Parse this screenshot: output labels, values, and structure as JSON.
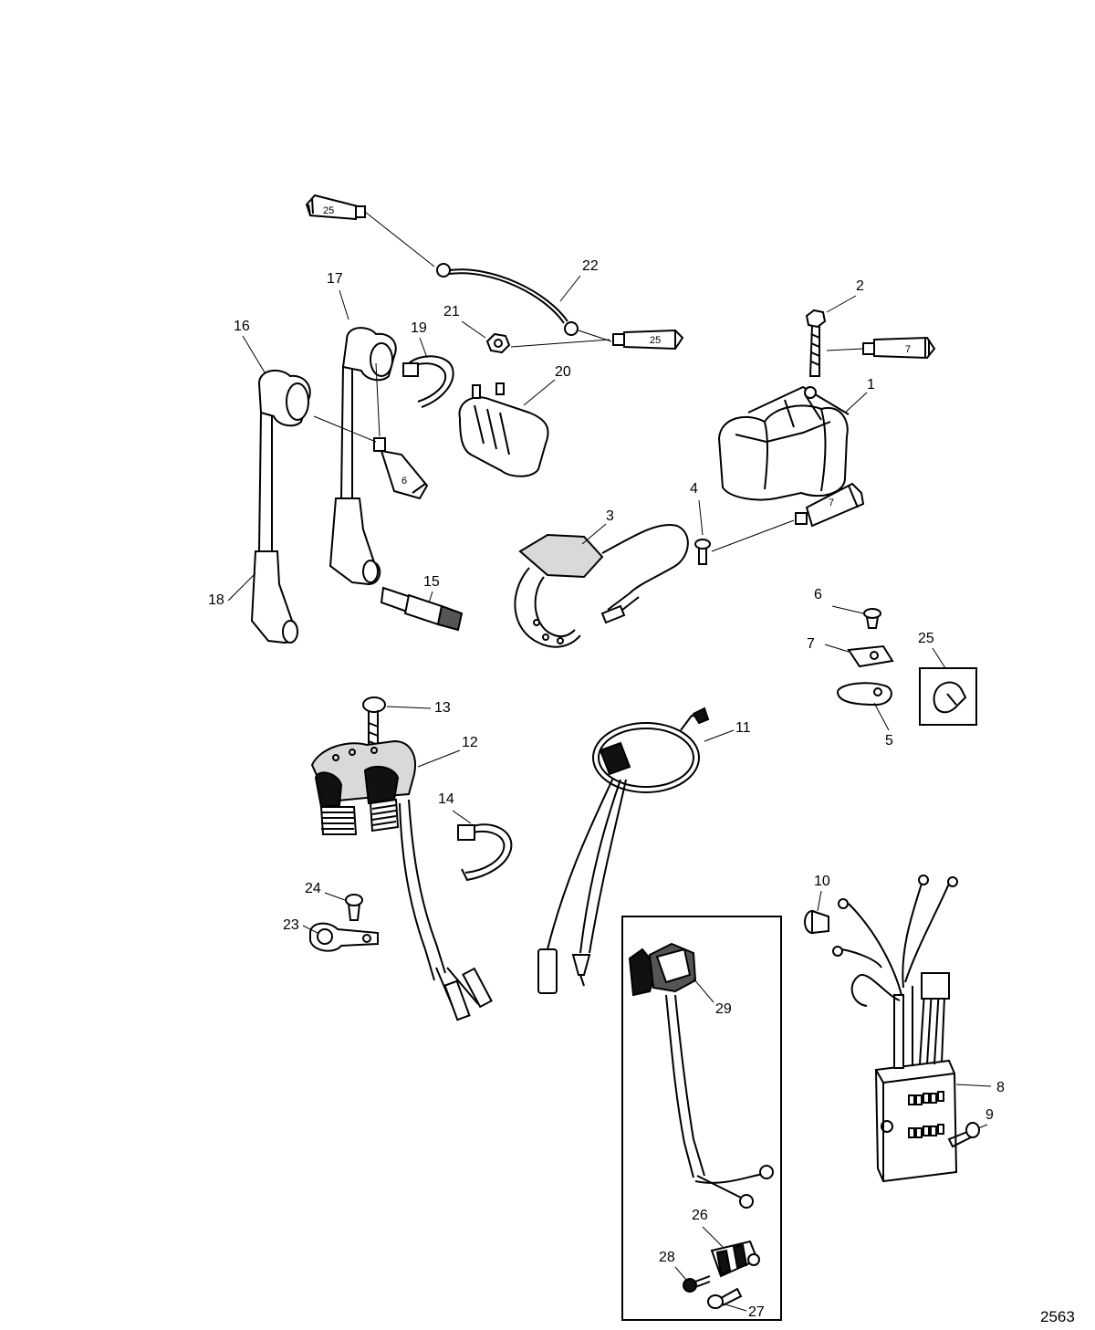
{
  "callouts": {
    "c1": "1",
    "c2": "2",
    "c3": "3",
    "c4": "4",
    "c5": "5",
    "c6": "6",
    "c7": "7",
    "c8": "8",
    "c9": "9",
    "c10": "10",
    "c11": "11",
    "c12": "12",
    "c13": "13",
    "c14": "14",
    "c15": "15",
    "c16": "16",
    "c17": "17",
    "c18": "18",
    "c19": "19",
    "c20": "20",
    "c21": "21",
    "c22": "22",
    "c23": "23",
    "c24": "24",
    "c25": "25",
    "c26": "26",
    "c27": "27",
    "c28": "28",
    "c29": "29"
  },
  "tube_labels": {
    "t25a": "25",
    "t25b": "25",
    "t7a": "7",
    "t7b": "7",
    "t6": "6"
  },
  "drawing_number": "2563"
}
